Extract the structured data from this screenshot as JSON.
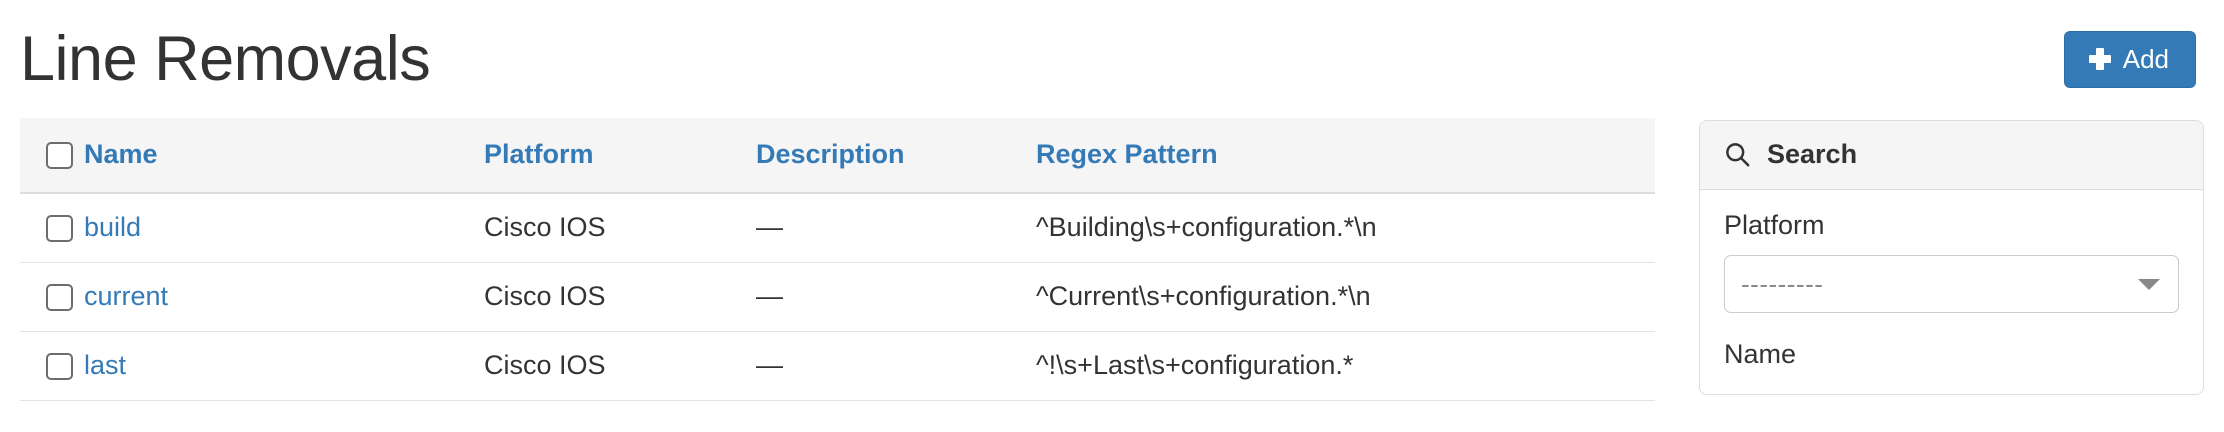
{
  "header": {
    "title": "Line Removals",
    "add_button": {
      "label": "Add",
      "icon": "plus-icon",
      "color": "#337ab7"
    }
  },
  "table": {
    "columns": [
      {
        "key": "checkbox",
        "label": ""
      },
      {
        "key": "name",
        "label": "Name"
      },
      {
        "key": "platform",
        "label": "Platform"
      },
      {
        "key": "description",
        "label": "Description"
      },
      {
        "key": "regex",
        "label": "Regex Pattern"
      }
    ],
    "rows": [
      {
        "name": "build",
        "platform": "Cisco IOS",
        "description": "—",
        "regex": "^Building\\s+configuration.*\\n"
      },
      {
        "name": "current",
        "platform": "Cisco IOS",
        "description": "—",
        "regex": "^Current\\s+configuration.*\\n"
      },
      {
        "name": "last",
        "platform": "Cisco IOS",
        "description": "—",
        "regex": "^!\\s+Last\\s+configuration.*"
      }
    ]
  },
  "search_panel": {
    "heading": "Search",
    "heading_icon": "search-icon",
    "fields": [
      {
        "label": "Platform",
        "type": "select",
        "value": "---------"
      },
      {
        "label": "Name",
        "type": "text",
        "value": ""
      }
    ]
  }
}
